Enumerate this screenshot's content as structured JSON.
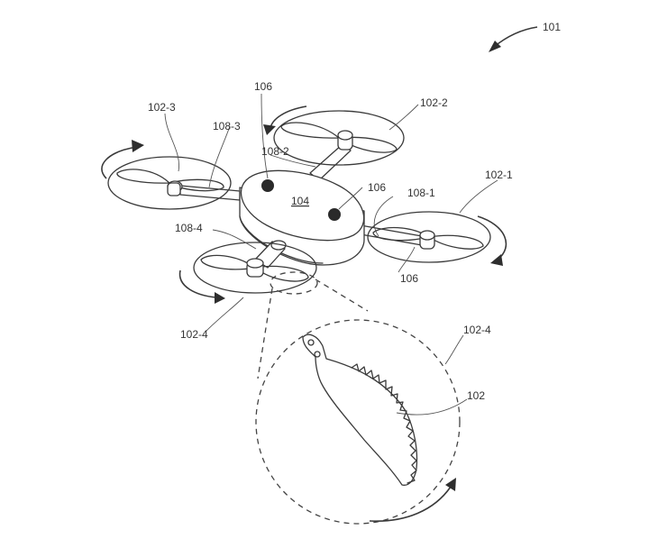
{
  "labels": {
    "figure_ref": "101",
    "rotor_1": "102-1",
    "rotor_2": "102-2",
    "rotor_3": "102-3",
    "rotor_4": "102-4",
    "rotor_4_detail": "102-4",
    "propeller_detail": "102",
    "body": "104",
    "sensor_top": "106",
    "sensor_right": "106",
    "sensor_rotor1": "106",
    "arm_1": "108-1",
    "arm_2": "108-2",
    "arm_3": "108-3",
    "arm_4": "108-4"
  }
}
